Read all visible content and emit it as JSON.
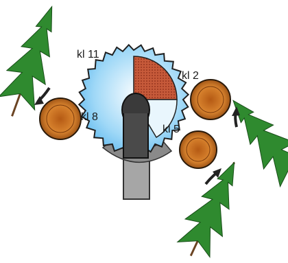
{
  "labels": {
    "sector_top": "kl 11",
    "sector_right_top": "kl 2",
    "sector_left": "kl 8",
    "sector_right_bottom": "kl 5"
  },
  "colors": {
    "sector_blue": "#4ab0ee",
    "sector_pale": "#e6f5fd",
    "sector_wood": "#b24a2e",
    "log_wood": "#c86e22",
    "tree_green": "#2f8a2f",
    "arrow": "#222222",
    "shaft": "#9c9c9c"
  },
  "icons": [
    "tree-icon",
    "log-icon",
    "arrow-icon"
  ]
}
